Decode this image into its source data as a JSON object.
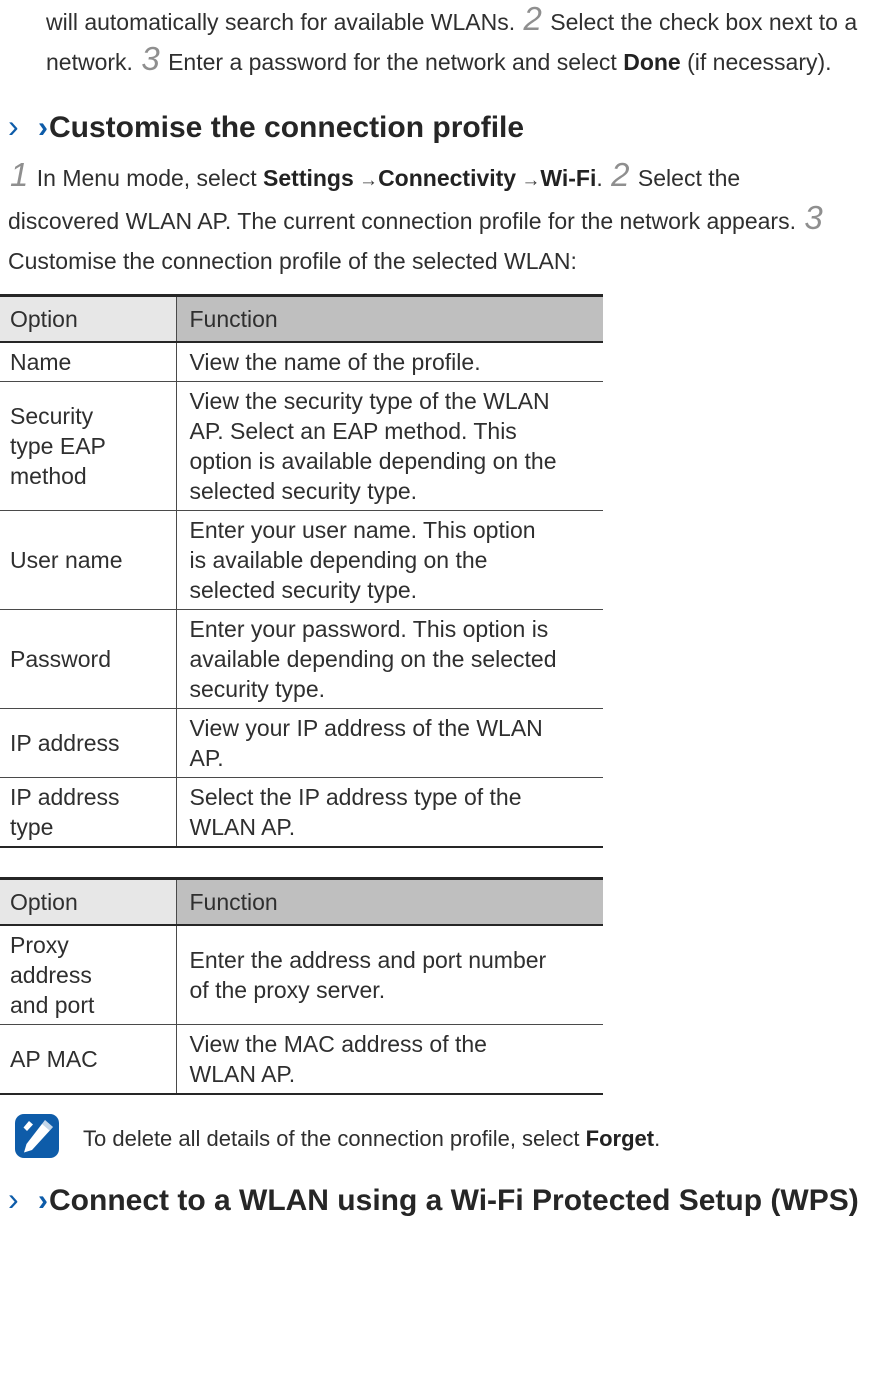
{
  "colors": {
    "accent_blue": "#0e5ca9",
    "header_option_bg": "#e7e7e7",
    "header_function_bg": "#bfbfbf"
  },
  "intro_paragraph": {
    "run1": "will automatically search for available WLANs. ",
    "step2": "2",
    "run2": " Select the check box next to a network. ",
    "step3": "3",
    "run3": " Enter a password for the network and select ",
    "bold_done": "Done",
    "run4": " (if necessary)."
  },
  "section1": {
    "marker": "›",
    "arrow": "›",
    "title": "Customise the connection profile"
  },
  "steps_paragraph": {
    "step1": "1",
    "run1": " In Menu mode, select ",
    "bold_settings": "Settings",
    "arrow1": " →",
    "bold_connectivity": "Connectivity",
    "arrow2": " →",
    "bold_wifi": "Wi-Fi",
    "run2": ". ",
    "step2": "2",
    "run3": " Select the discovered WLAN AP. The current connection profile for the network appears. ",
    "step3": "3",
    "run4": " Customise the connection profile of the selected WLAN:"
  },
  "table1": {
    "headers": {
      "option": "Option",
      "function": "Function"
    },
    "rows": [
      {
        "option": "Name",
        "function": "View the name of the profile."
      },
      {
        "option": "Security type EAP method",
        "function": "View the security type of the WLAN AP. Select an EAP method. This option is available depending on the selected security type."
      },
      {
        "option": "User name",
        "function": "Enter your user name. This option is available depending on the selected security type."
      },
      {
        "option": "Password",
        "function": "Enter your password. This option is available depending on the selected security type."
      },
      {
        "option": "IP address",
        "function": "View your IP address of the WLAN AP."
      },
      {
        "option": "IP address type",
        "function": "Select the IP address type of the WLAN AP."
      }
    ]
  },
  "table2": {
    "headers": {
      "option": "Option",
      "function": "Function"
    },
    "rows": [
      {
        "option": "Proxy address and port",
        "function": "Enter the address and port number of the proxy server."
      },
      {
        "option": "AP MAC",
        "function": "View the MAC address of the WLAN AP."
      }
    ]
  },
  "note": {
    "icon": "note-pencil-icon",
    "run1": "To delete all details of the connection profile, select ",
    "bold_forget": "Forget",
    "run2": "."
  },
  "section2": {
    "marker": "›",
    "arrow": "›",
    "title": "Connect to a WLAN using a Wi-Fi Protected Setup (WPS)"
  }
}
